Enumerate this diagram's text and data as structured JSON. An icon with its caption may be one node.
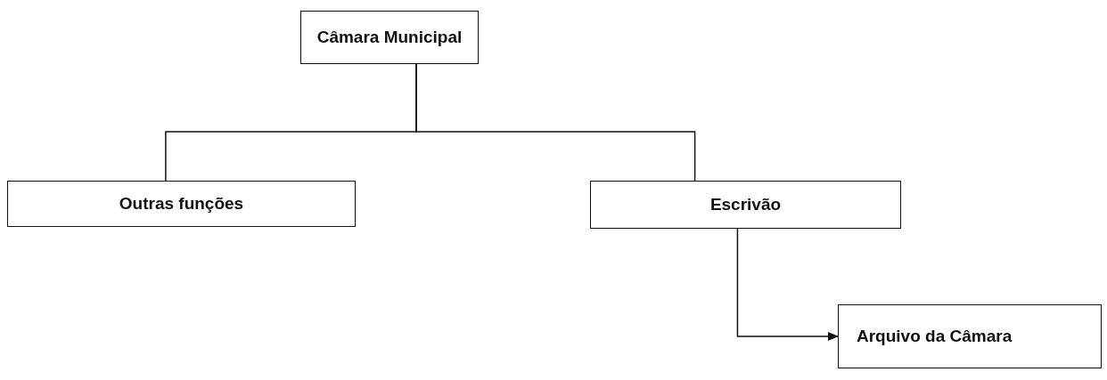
{
  "diagram": {
    "nodes": [
      {
        "text": [
          "Câmara Municipal"
        ]
      },
      {
        "text": [
          "Outras funções"
        ]
      },
      {
        "text": [
          "Escrivão"
        ]
      },
      {
        "text": [
          "Arquivo da Câmara"
        ]
      }
    ],
    "edges": [
      {
        "from": 0,
        "to": 1,
        "arrow": "none"
      },
      {
        "from": 0,
        "to": 2,
        "arrow": "none"
      },
      {
        "from": 2,
        "to": 3,
        "arrow": "to"
      }
    ]
  }
}
